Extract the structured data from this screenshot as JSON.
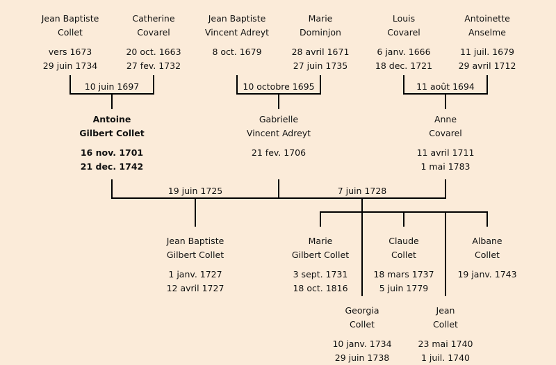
{
  "colors": {
    "background": "#fbebd9",
    "lines": "#000000"
  },
  "grandparents": [
    {
      "name": [
        "Jean Baptiste",
        "Collet"
      ],
      "dates": [
        "vers 1673",
        "29 juin 1734"
      ]
    },
    {
      "name": [
        "Catherine",
        "Covarel"
      ],
      "dates": [
        "20 oct. 1663",
        "27 fev. 1732"
      ]
    },
    {
      "name": [
        "Jean Baptiste",
        "Vincent Adreyt"
      ],
      "dates": [
        "8 oct. 1679"
      ]
    },
    {
      "name": [
        "Marie",
        "Dominjon"
      ],
      "dates": [
        "28 avril 1671",
        "27 juin 1735"
      ]
    },
    {
      "name": [
        "Louis",
        "Covarel"
      ],
      "dates": [
        "6 janv. 1666",
        "18 dec. 1721"
      ]
    },
    {
      "name": [
        "Antoinette",
        "Anselme"
      ],
      "dates": [
        "11 juil. 1679",
        "29 avril 1712"
      ]
    }
  ],
  "grandparent_marriages": [
    "10 juin 1697",
    "10 octobre 1695",
    "11 août 1694"
  ],
  "parents": [
    {
      "name": [
        "Antoine",
        "Gilbert Collet"
      ],
      "dates": [
        "16 nov. 1701",
        "21 dec. 1742"
      ],
      "root": true
    },
    {
      "name": [
        "Gabrielle",
        "Vincent Adreyt"
      ],
      "dates": [
        "21 fev. 1706"
      ]
    },
    {
      "name": [
        "Anne",
        "Covarel"
      ],
      "dates": [
        "11 avril 1711",
        "1 mai 1783"
      ]
    }
  ],
  "parent_marriages": [
    "19 juin 1725",
    "7 juin 1728"
  ],
  "children": [
    {
      "name": [
        "Jean Baptiste",
        "Gilbert Collet"
      ],
      "dates": [
        "1 janv. 1727",
        "12 avril 1727"
      ]
    },
    {
      "name": [
        "Marie",
        "Gilbert Collet"
      ],
      "dates": [
        "3 sept. 1731",
        "18 oct. 1816"
      ]
    },
    {
      "name": [
        "Claude",
        "Collet"
      ],
      "dates": [
        "18 mars 1737",
        "5 juin 1779"
      ]
    },
    {
      "name": [
        "Albane",
        "Collet"
      ],
      "dates": [
        "19 janv. 1743"
      ]
    },
    {
      "name": [
        "Georgia",
        "Collet"
      ],
      "dates": [
        "10 janv. 1734",
        "29 juin 1738"
      ]
    },
    {
      "name": [
        "Jean",
        "Collet"
      ],
      "dates": [
        "23 mai 1740",
        "1 juil. 1740"
      ]
    }
  ]
}
